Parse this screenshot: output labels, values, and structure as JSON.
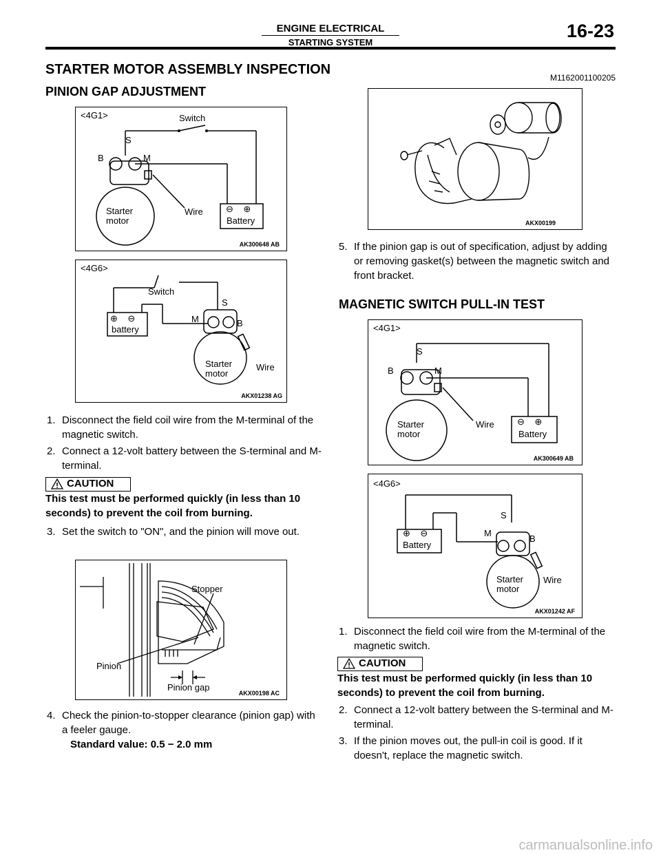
{
  "header": {
    "title": "ENGINE ELECTRICAL",
    "subtitle": "STARTING SYSTEM",
    "page": "16-23"
  },
  "section": {
    "title": "STARTER MOTOR ASSEMBLY INSPECTION",
    "code": "M1162001100205"
  },
  "left": {
    "subtitle": "PINION GAP ADJUSTMENT",
    "fig1": {
      "variant": "<4G1>",
      "switch": "Switch",
      "s": "S",
      "b": "B",
      "m": "M",
      "starter1": "Starter",
      "starter2": "motor",
      "wire": "Wire",
      "battery": "Battery",
      "id": "AK300648 AB"
    },
    "fig2": {
      "variant": "<4G6>",
      "switch": "Switch",
      "s": "S",
      "m": "M",
      "b": "B",
      "battery": "battery",
      "starter1": "Starter",
      "starter2": "motor",
      "wire": "Wire",
      "id": "AKX01238 AG"
    },
    "step1_num": "1.",
    "step1": "Disconnect the field coil wire from the M-terminal of the magnetic switch.",
    "step2_num": "2.",
    "step2": "Connect a 12-volt battery between the S-terminal and M-terminal.",
    "caution_label": "CAUTION",
    "caution_text": "This test must be performed quickly (in less than 10 seconds) to prevent the coil from burning.",
    "step3_num": "3.",
    "step3": "Set the switch to \"ON\", and the pinion will move out.",
    "fig3": {
      "stopper": "Stopper",
      "pinion": "Pinion",
      "pinion_gap": "Pinion gap",
      "id": "AKX00198 AC"
    },
    "step4_num": "4.",
    "step4": "Check the pinion-to-stopper clearance (pinion gap) with a feeler gauge.",
    "standard": "Standard value: 0.5 − 2.0 mm"
  },
  "right": {
    "fig4": {
      "id": "AKX00199"
    },
    "step5_num": "5.",
    "step5": "If the pinion gap is out of specification, adjust by adding or removing gasket(s) between the magnetic switch and front bracket.",
    "subtitle": "MAGNETIC SWITCH PULL-IN TEST",
    "fig5": {
      "variant": "<4G1>",
      "s": "S",
      "b": "B",
      "m": "M",
      "starter1": "Starter",
      "starter2": "motor",
      "wire": "Wire",
      "battery": "Battery",
      "id": "AK300649 AB"
    },
    "fig6": {
      "variant": "<4G6>",
      "s": "S",
      "m": "M",
      "b": "B",
      "battery": "Battery",
      "starter1": "Starter",
      "starter2": "motor",
      "wire": "Wire",
      "id": "AKX01242 AF"
    },
    "step1_num": "1.",
    "step1": "Disconnect the field coil wire from the M-terminal of the magnetic switch.",
    "caution_label": "CAUTION",
    "caution_text": "This test must be performed quickly (in less than 10 seconds) to prevent the coil from burning.",
    "step2_num": "2.",
    "step2": "Connect a 12-volt battery between the S-terminal and M-terminal.",
    "step3_num": "3.",
    "step3": "If the pinion moves out, the pull-in coil is good. If it doesn't, replace the magnetic switch."
  },
  "watermark": "carmanualsonline.info"
}
